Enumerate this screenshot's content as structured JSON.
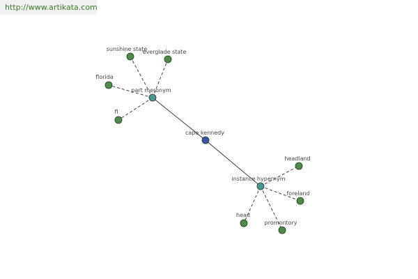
{
  "source_url": "http://www.artikata.com",
  "colors": {
    "center": "#3f51a8",
    "hub": "#4f9494",
    "leaf": "#4f8a4a"
  },
  "graph": {
    "center": {
      "label": "cape kennedy"
    },
    "hubs": [
      {
        "label": "part meronym"
      },
      {
        "label": "instance hypernym"
      }
    ],
    "leaves": [
      {
        "label": "sunshine state",
        "hub": 0
      },
      {
        "label": "everglade state",
        "hub": 0
      },
      {
        "label": "florida",
        "hub": 0
      },
      {
        "label": "fl",
        "hub": 0
      },
      {
        "label": "headland",
        "hub": 1
      },
      {
        "label": "foreland",
        "hub": 1
      },
      {
        "label": "head",
        "hub": 1
      },
      {
        "label": "promontory",
        "hub": 1
      }
    ]
  }
}
